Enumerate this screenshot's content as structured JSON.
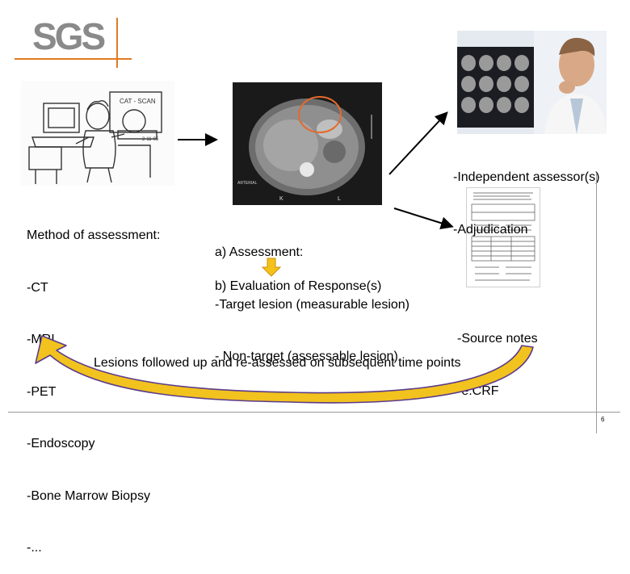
{
  "logo": {
    "text": "SGS"
  },
  "method": {
    "lines": [
      "Method of assessment:",
      "-CT",
      "-MRI",
      "-PET",
      "-Endoscopy",
      "-Bone Marrow Biopsy",
      "-..."
    ]
  },
  "assessment": {
    "a_lines": [
      "a) Assessment:",
      "-Target lesion (measurable lesion)",
      "- Non-target (assessable lesion)"
    ],
    "b_label": "b) Evaluation of Response(s)"
  },
  "independent": {
    "lines": [
      "-Independent assessor(s)",
      "-Adjudication"
    ]
  },
  "source": {
    "lines": [
      "-Source notes",
      "-e.CRF"
    ]
  },
  "followup": {
    "label": "Lesions followed up and re-assessed on subsequent time points"
  },
  "cartoon": {
    "screen_label": "CAT - SCAN",
    "date_label": "2·11·05"
  },
  "ct_image": {
    "marker_letters": [
      "K",
      "L"
    ],
    "side_label": "ARTERIAL"
  },
  "page_number": "6",
  "colors": {
    "logo_gray": "#8a8a8a",
    "logo_orange": "#e07a1f",
    "down_arrow_fill": "#f5c21a",
    "down_arrow_stroke": "#c8900a",
    "curve_arrow_fill": "#f2c21e",
    "curve_arrow_stroke": "#5a3b8c",
    "ct_highlight": "#e56a2a"
  }
}
